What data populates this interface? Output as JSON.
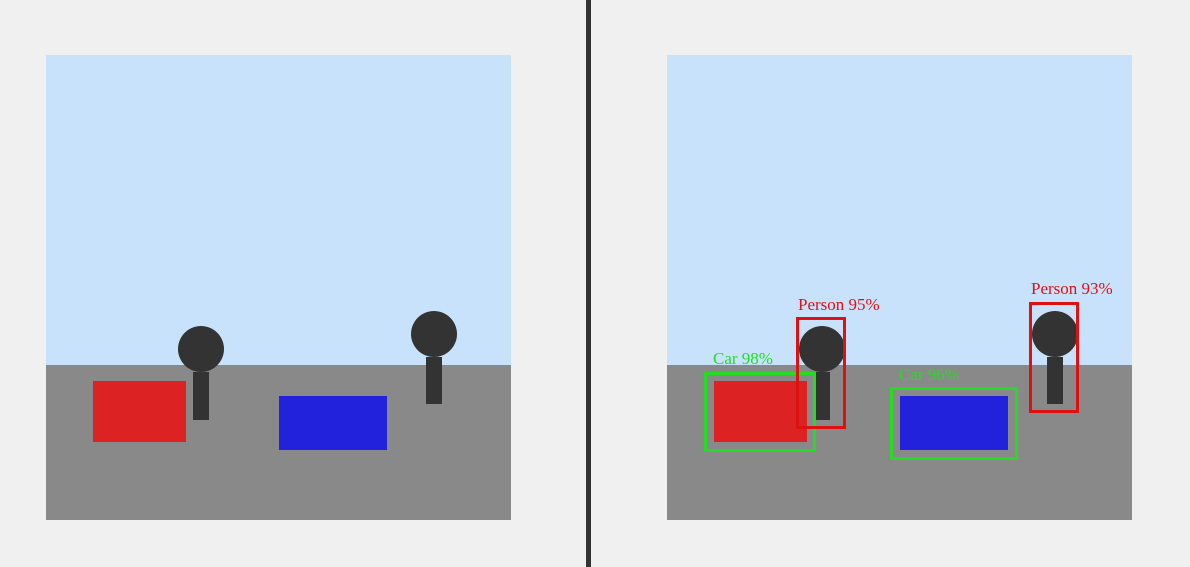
{
  "colors": {
    "background": "#f0f0f0",
    "sky": "#c8e2fc",
    "ground": "#898989",
    "divider": "#333333",
    "car_red": "#dc2222",
    "car_blue": "#2222dc",
    "person": "#333333",
    "box_car": "#22dd22",
    "box_person": "#dd1111"
  },
  "detections": [
    {
      "label": "Car 98%",
      "class": "car"
    },
    {
      "label": "Person 95%",
      "class": "person"
    },
    {
      "label": "Car 96%",
      "class": "car"
    },
    {
      "label": "Person 93%",
      "class": "person"
    }
  ]
}
